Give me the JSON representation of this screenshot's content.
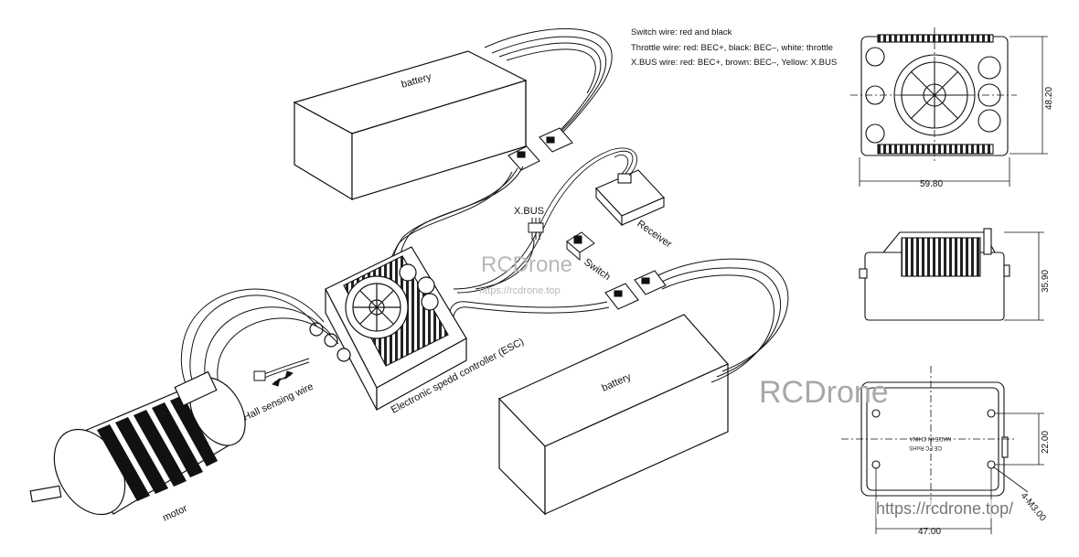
{
  "notes": {
    "switch_wire": "Switch wire: red and black",
    "throttle_wire": "Throttle wire: red: BEC+, black: BEC–, white: throttle",
    "xbus_wire": "X.BUS wire: red: BEC+, brown: BEC–, Yellow: X.BUS"
  },
  "labels": {
    "battery_top": "battery",
    "battery_bottom": "battery",
    "xbus": "X.BUS",
    "receiver": "Receiver",
    "switch": "Switch",
    "esc": "Electronic spedd controller (ESC)",
    "hall_wire": "Hall sensing wire",
    "motor": "motor"
  },
  "dimensions": {
    "top_width": "59.80",
    "top_height": "48.20",
    "side_height": "35.90",
    "bottom_width": "47.00",
    "bottom_hole_spacing": "22.00",
    "screw": "4-M3.00"
  },
  "markings": {
    "line1": "MADE IN CHINA",
    "line2": "CE FC RoHS"
  },
  "watermarks": {
    "center_brand": "RCDrone",
    "center_url": "https://rcdrone.top",
    "right_brand": "RCDrone",
    "right_url": "https://rcdrone.top/"
  }
}
